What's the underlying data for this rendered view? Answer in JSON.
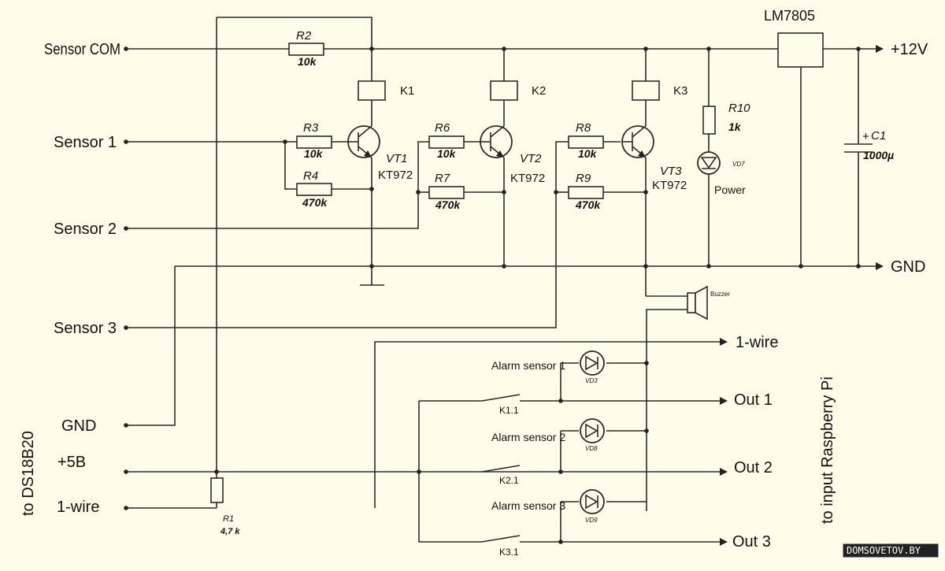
{
  "inputs": {
    "sensor_com": "Sensor COM",
    "sensor1": "Sensor 1",
    "sensor2": "Sensor 2",
    "sensor3": "Sensor 3",
    "gnd": "GND",
    "plus5": "+5B",
    "onewire": "1-wire"
  },
  "outputs": {
    "plus12": "+12V",
    "gnd": "GND",
    "onewire": "1-wire",
    "out1": "Out 1",
    "out2": "Out 2",
    "out3": "Out 3"
  },
  "side_labels": {
    "left": "to DS18B20",
    "right": "to input Raspberry Pi"
  },
  "regulator": {
    "name": "LM7805"
  },
  "resistors": {
    "r1": {
      "ref": "R1",
      "value": "4,7 k"
    },
    "r2": {
      "ref": "R2",
      "value": "10k"
    },
    "r3": {
      "ref": "R3",
      "value": "10k"
    },
    "r4": {
      "ref": "R4",
      "value": "470k"
    },
    "r6": {
      "ref": "R6",
      "value": "10k"
    },
    "r7": {
      "ref": "R7",
      "value": "470k"
    },
    "r8": {
      "ref": "R8",
      "value": "10k"
    },
    "r9": {
      "ref": "R9",
      "value": "470k"
    },
    "r10": {
      "ref": "R10",
      "value": "1k"
    }
  },
  "relays": {
    "k1": "K1",
    "k2": "K2",
    "k3": "K3"
  },
  "transistors": {
    "vt1": {
      "ref": "VT1",
      "part": "KT972"
    },
    "vt2": {
      "ref": "VT2",
      "part": "KT972"
    },
    "vt3": {
      "ref": "VT3",
      "part": "KT972"
    }
  },
  "capacitor": {
    "ref": "C1",
    "value": "1000µ",
    "polarity": "+"
  },
  "power_led": {
    "ref": "VD7",
    "label": "Power"
  },
  "buzzer": {
    "label": "Buzzer"
  },
  "alarms": [
    {
      "label": "Alarm sensor 1",
      "diode": "VD3",
      "contact": "K1.1"
    },
    {
      "label": "Alarm sensor 2",
      "diode": "VD8",
      "contact": "K2.1"
    },
    {
      "label": "Alarm sensor 3",
      "diode": "VD9",
      "contact": "K3.1"
    }
  ],
  "watermark": "DOMSOVETOV.BY"
}
